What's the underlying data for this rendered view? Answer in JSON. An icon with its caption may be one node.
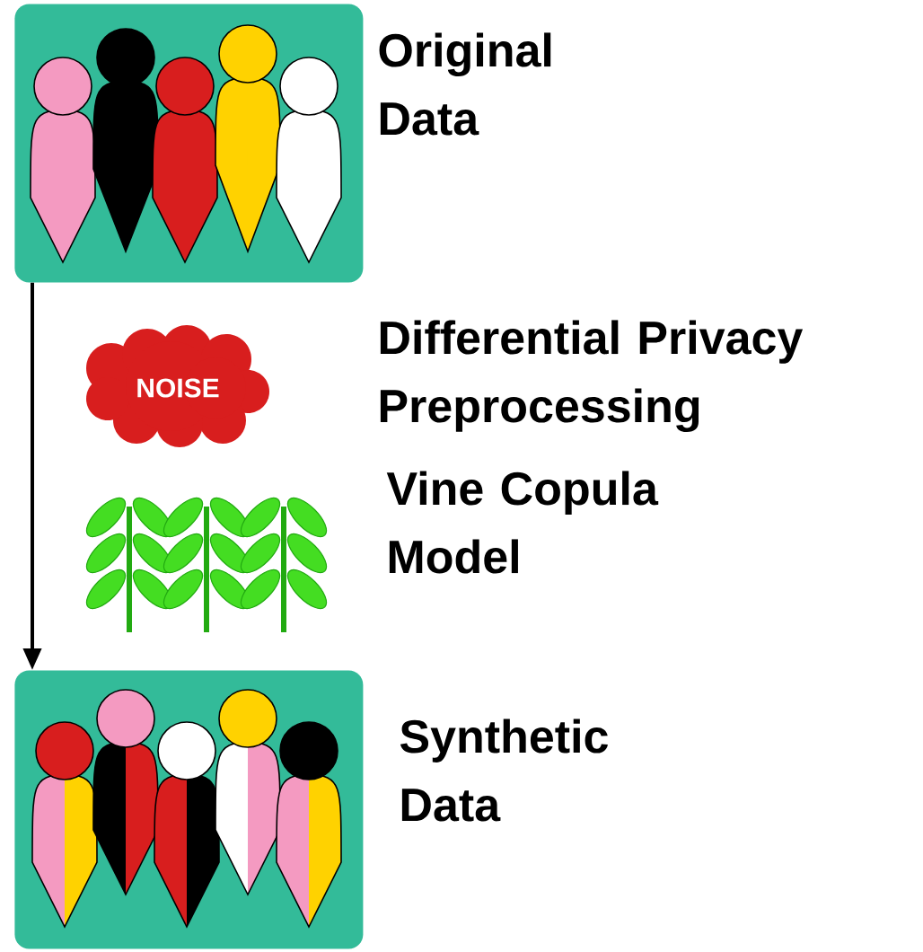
{
  "diagram": {
    "nodes": [
      {
        "text": [
          "Original Data"
        ]
      },
      {
        "text": [
          "NOISE",
          "Differential Privacy Preprocessing"
        ]
      },
      {
        "text": [
          "Vine Copula Model"
        ]
      },
      {
        "text": [
          "Synthetic Data"
        ]
      }
    ],
    "edges": [
      {
        "from": 0,
        "to": 3,
        "arrow": "to"
      }
    ]
  }
}
